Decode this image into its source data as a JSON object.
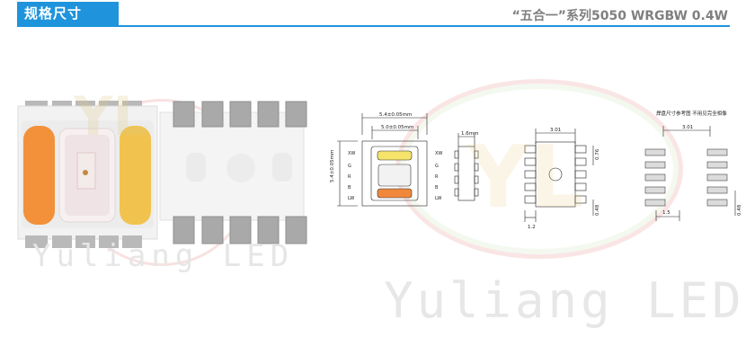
{
  "header": {
    "section_title": "规格尺寸",
    "series_title": "“五合一”系列5050 WRGBW 0.4W"
  },
  "watermark": {
    "brand": "YL",
    "text_small": "Yuliang LED",
    "text_large": "Yuliang LED"
  },
  "drawing": {
    "top_width": "5.4±0.05mm",
    "inner_width": "5.0±0.05mm",
    "side_height": "5.4±0.05mm",
    "thickness": "1.6mm",
    "pad_pitch": "3.01",
    "pad_spacing": "0.76",
    "pad_len": "1.2",
    "pad_width": "0.48",
    "land_pitch": "3.01",
    "land_len": "1.5",
    "land_width": "0.48",
    "land_note": "焊盘尺寸参考图   不用见完全相像",
    "left_pins": [
      "XW",
      "G",
      "R",
      "B",
      "LW"
    ],
    "right_pins": [
      "XW",
      "G",
      "R",
      "B",
      "LW"
    ]
  },
  "colors": {
    "accent": "#1f94dc",
    "warm_white": "#f39434",
    "yellow": "#f2c64a"
  }
}
